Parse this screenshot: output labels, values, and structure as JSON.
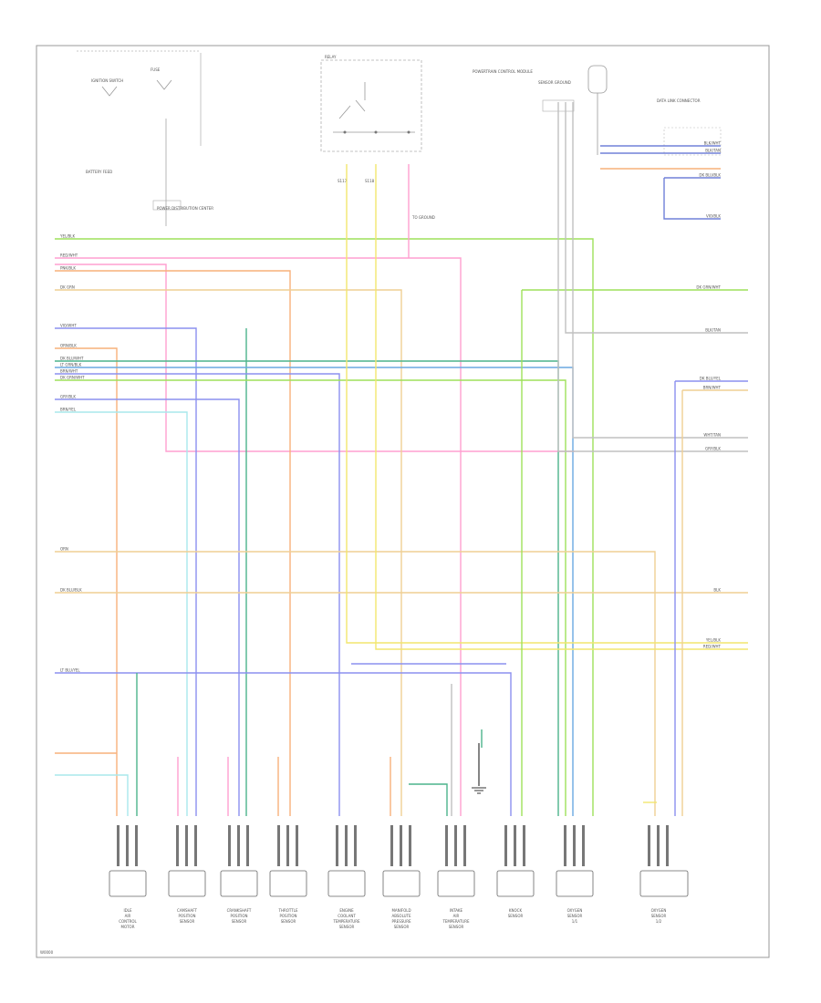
{
  "top_labels": {
    "ignition_switch": "IGNITION SWITCH",
    "fuse": "FUSE",
    "power_dist": "POWER DISTRIBUTION CENTER",
    "battery_feed": "BATTERY FEED",
    "relay": "RELAY",
    "pcm": "POWERTRAIN CONTROL MODULE",
    "sensor_ground": "SENSOR GROUND",
    "data_link": "DATA LINK CONNECTOR",
    "splice_a": "S117",
    "splice_b": "S118",
    "ground_note": "TO GROUND"
  },
  "left_wire_labels": [
    "YEL/BLK",
    "RED/WHT",
    "PNK/BLK",
    "DK GRN",
    "VIO/WHT",
    "ORN/BLK",
    "DK BLU/WHT",
    "LT GRN/BLK",
    "BRN/WHT",
    "DK GRN/WHT",
    "GRY/BLK",
    "BRN/YEL",
    "ORN",
    "DK BLU/BLK",
    "LT BLU/YEL"
  ],
  "right_wire_labels": [
    "DK GRN/WHT",
    "BLK/TAN",
    "WHT/TAN",
    "DK BLU/YEL",
    "BRN/WHT",
    "GRY/BLK",
    "BLK/WHT",
    "BLK/TAN",
    "BLK",
    "YEL/BLK",
    "RED/WHT",
    "DK BLU/BLK",
    "VIO/BLK"
  ],
  "bottom_components": [
    "IDLE AIR CONTROL MOTOR",
    "CAMSHAFT POSITION SENSOR",
    "CRANKSHAFT POSITION SENSOR",
    "THROTTLE POSITION SENSOR",
    "ENGINE COOLANT TEMPERATURE SENSOR",
    "MANIFOLD ABSOLUTE PRESSURE SENSOR",
    "INTAKE AIR TEMPERATURE SENSOR",
    "KNOCK SENSOR",
    "OXYGEN SENSOR 1/1",
    "OXYGEN SENSOR 1/2"
  ],
  "footer_code": "W0000",
  "colors": {
    "green": "#9ee05a",
    "pink": "#ff9fd0",
    "orange": "#f7b07a",
    "tan": "#efcf94",
    "blue": "#8c90ef",
    "teal": "#4cb48c",
    "ltblue": "#6aa8e0",
    "yellow": "#f2e66e",
    "cyan": "#a8e8ec",
    "grey": "#c0c0c0",
    "dkblue": "#7080d8"
  }
}
